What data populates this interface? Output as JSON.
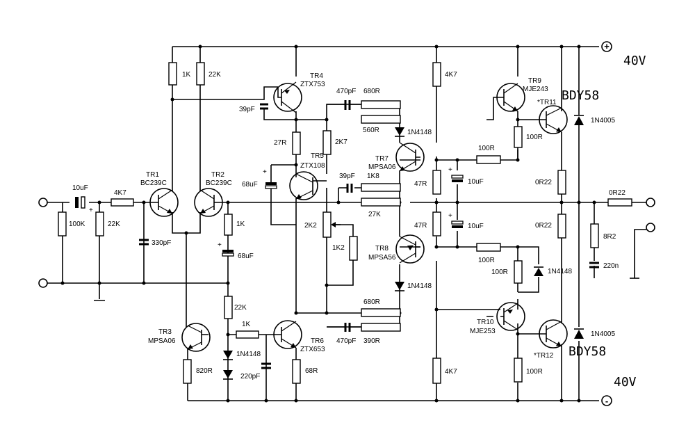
{
  "supply": {
    "pos": "40V",
    "neg": "40V",
    "pos_sign": "+",
    "neg_sign": "-"
  },
  "transistors": {
    "tr1": {
      "ref": "TR1",
      "part": "BC239C"
    },
    "tr2": {
      "ref": "TR2",
      "part": "BC239C"
    },
    "tr3": {
      "ref": "TR3",
      "part": "MPSA06"
    },
    "tr4": {
      "ref": "TR4",
      "part": "ZTX753"
    },
    "tr5": {
      "ref": "TR5",
      "part": "ZTX108"
    },
    "tr6": {
      "ref": "TR6",
      "part": "ZTX653"
    },
    "tr7": {
      "ref": "TR7",
      "part": "MPSA06"
    },
    "tr8": {
      "ref": "TR8",
      "part": "MPSA56"
    },
    "tr9": {
      "ref": "TR9",
      "part": "MJE243"
    },
    "tr10": {
      "ref": "TR10",
      "part": "MJE253"
    },
    "tr11": {
      "ref": "*TR11",
      "part": "BDY58"
    },
    "tr12": {
      "ref": "*TR12",
      "part": "BDY58"
    }
  },
  "labels": {
    "c_in": "10uF",
    "r_in_series": "4K7",
    "r_100k": "100K",
    "r_22k_in": "22K",
    "c_330p": "330pF",
    "r_1k_top": "1K",
    "r_22k_top": "22K",
    "c_39p_top": "39pF",
    "c_470p_top": "470pF",
    "r_680_top": "680R",
    "r_560": "560R",
    "r_27r": "27R",
    "r_2k7": "2K7",
    "c_68u_left": "68uF",
    "c_39p_mid": "39pF",
    "r_1k8": "1K8",
    "r_27k": "27K",
    "r_2k2": "2K2",
    "r_1k2": "1K2",
    "r_1k_fb": "1K",
    "c_68u_fb": "68uF",
    "r_22k_fb": "22K",
    "r_1k_tr3": "1K",
    "d_1n4148_left": "1N4148",
    "c_220p": "220pF",
    "r_820": "820R",
    "r_68r": "68R",
    "r_680_bot": "680R",
    "c_470p_bot": "470pF",
    "r_390": "390R",
    "r_4k7_top": "4K7",
    "r_4k7_bot": "4K7",
    "d_1n4148_top": "1N4148",
    "d_1n4148_bot": "1N4148",
    "r_47r_top": "47R",
    "r_47r_bot": "47R",
    "c_10u_top": "10uF",
    "c_10u_bot": "10uF",
    "r_100_top": "100R",
    "r_100_bot": "100R",
    "r_100_tr9": "100R",
    "r_100_tr10": "100R",
    "r_100_tr10e": "100R",
    "d_1n4148_right": "1N4148",
    "r_0r22_top": "0R22",
    "r_0r22_bot": "0R22",
    "r_0r22_out": "0R22",
    "d_1n4005_top": "1N4005",
    "d_1n4005_bot": "1N4005",
    "r_8r2": "8R2",
    "c_220n": "220n"
  },
  "colors": {
    "ink": "#000000",
    "paper": "#ffffff"
  }
}
